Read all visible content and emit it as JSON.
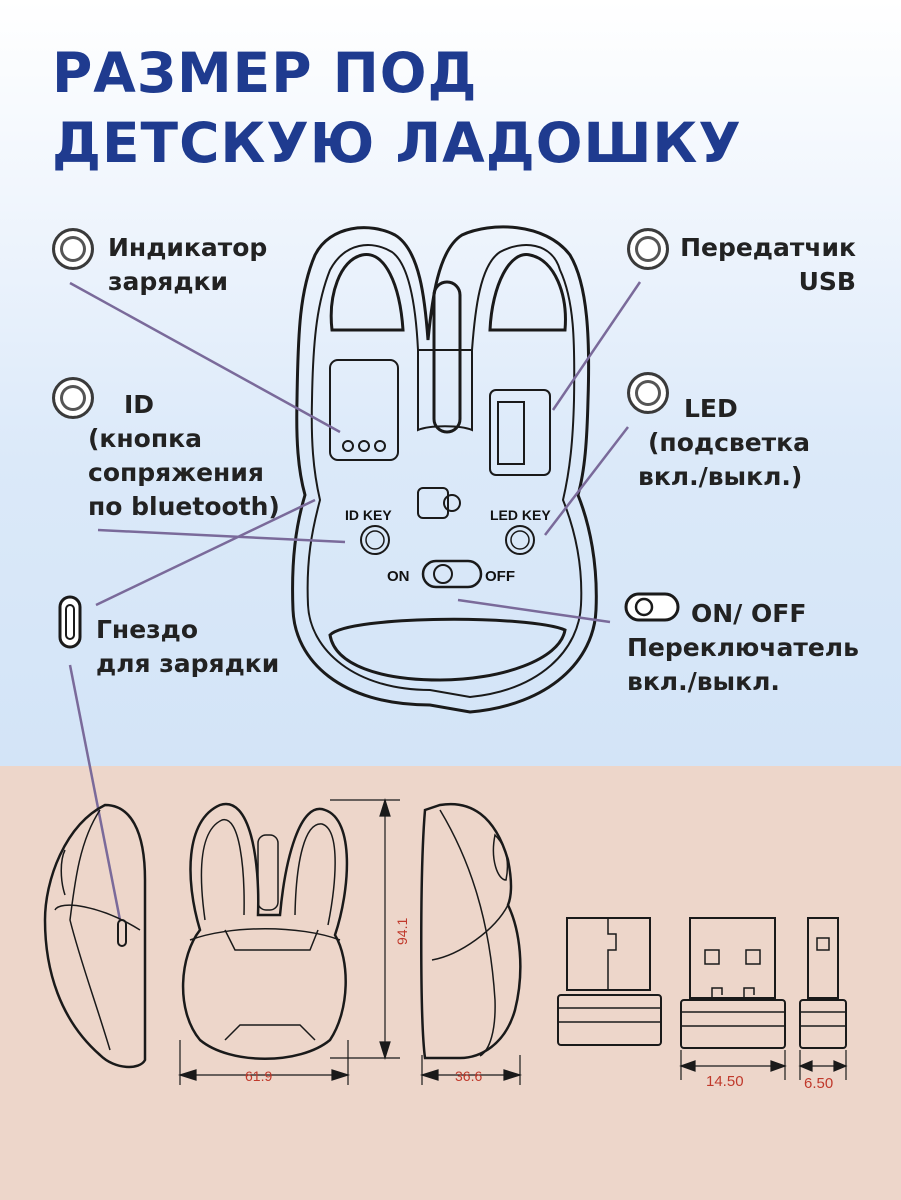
{
  "title": {
    "line1": "РАЗМЕР ПОД",
    "line2": "ДЕТСКУЮ ЛАДОШКУ"
  },
  "callouts": {
    "charge_indicator": {
      "line1": "Индикатор",
      "line2": "зарядки"
    },
    "usb_transmitter": {
      "line1": "Передатчик",
      "line2": "USB"
    },
    "id_button": {
      "line1": "ID",
      "line2": "(кнопка",
      "line3": "сопряжения",
      "line4": "по bluetooth)"
    },
    "led_button": {
      "line1": "LED",
      "line2": "(подсветка",
      "line3": "вкл./выкл.)"
    },
    "charge_port": {
      "line1": "Гнездо",
      "line2": "для зарядки"
    },
    "power_switch": {
      "line1": "ON/ OFF",
      "line2": "Переключатель",
      "line3": "вкл./выкл."
    }
  },
  "mouse_bottom_labels": {
    "id_key": "ID KEY",
    "led_key": "LED KEY",
    "on": "ON",
    "off": "OFF"
  },
  "dimensions": {
    "width": "61.9",
    "height": "94.1",
    "depth": "36.6",
    "dongle_width": "14.50",
    "dongle_depth": "6.50"
  },
  "colors": {
    "title": "#1f3b8f",
    "leader_line": "#7a6a9a",
    "dimension_text": "#c0392b",
    "top_background": "#dbe9f9",
    "bottom_background": "#edd6ca"
  },
  "icons": [
    "ring-icon",
    "usb-c-port-icon",
    "toggle-switch-icon"
  ]
}
